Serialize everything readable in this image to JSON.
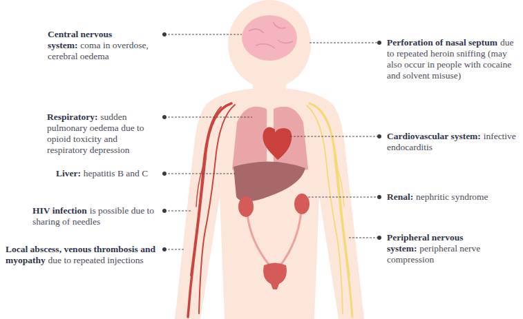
{
  "diagram": {
    "labels": [
      "Central nervous system:",
      "coma in overdose, cerebral oedema",
      "Perforation of nasal septum",
      "due to repeated heroin sniffing (may also occur in people with cocaine and solvent misuse)",
      "Respiratory:",
      "sudden pulmonary oedema due to opioid toxicity and respiratory depression",
      "Cardiovascular system:",
      "infective endocarditis",
      "Liver:",
      "hepatitis B and C",
      "Renal:",
      "nephritic syndrome",
      "HIV infection",
      "is possible due to sharing of needles",
      "Peripheral nervous system:",
      "peripheral nerve compression",
      "Local abscess, venous thrombosis and myopathy",
      "due to repeated injections"
    ]
  }
}
